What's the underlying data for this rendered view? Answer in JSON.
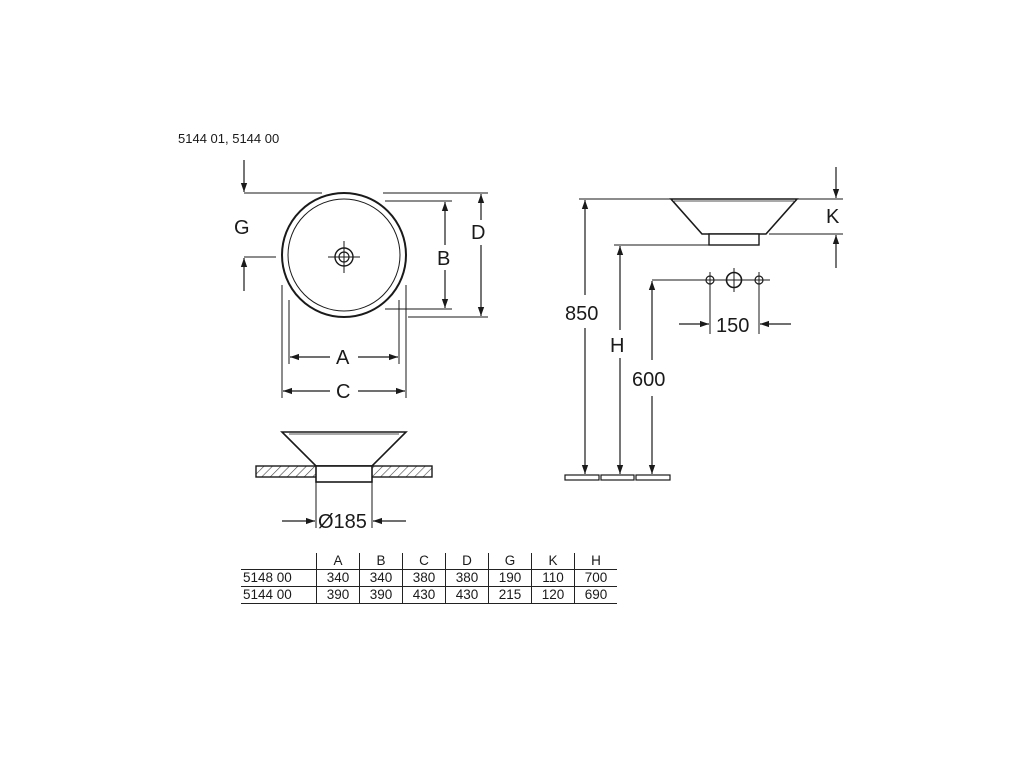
{
  "header": {
    "model_codes": "5144 01, 5144 00"
  },
  "top_view": {
    "labels": {
      "g": "G",
      "b": "B",
      "d": "D",
      "a": "A",
      "c": "C"
    }
  },
  "section_view": {
    "drain_diameter": "Ø185"
  },
  "side_view": {
    "labels": {
      "height_850": "850",
      "h": "H",
      "height_600": "600",
      "spacing_150": "150",
      "k": "K"
    }
  },
  "dimensions_table": {
    "columns": [
      "A",
      "B",
      "C",
      "D",
      "G",
      "K",
      "H"
    ],
    "rows": [
      {
        "model": "5148 00",
        "values": [
          "340",
          "340",
          "380",
          "380",
          "190",
          "110",
          "700"
        ]
      },
      {
        "model": "5144 00",
        "values": [
          "390",
          "390",
          "430",
          "430",
          "215",
          "120",
          "690"
        ]
      }
    ]
  }
}
